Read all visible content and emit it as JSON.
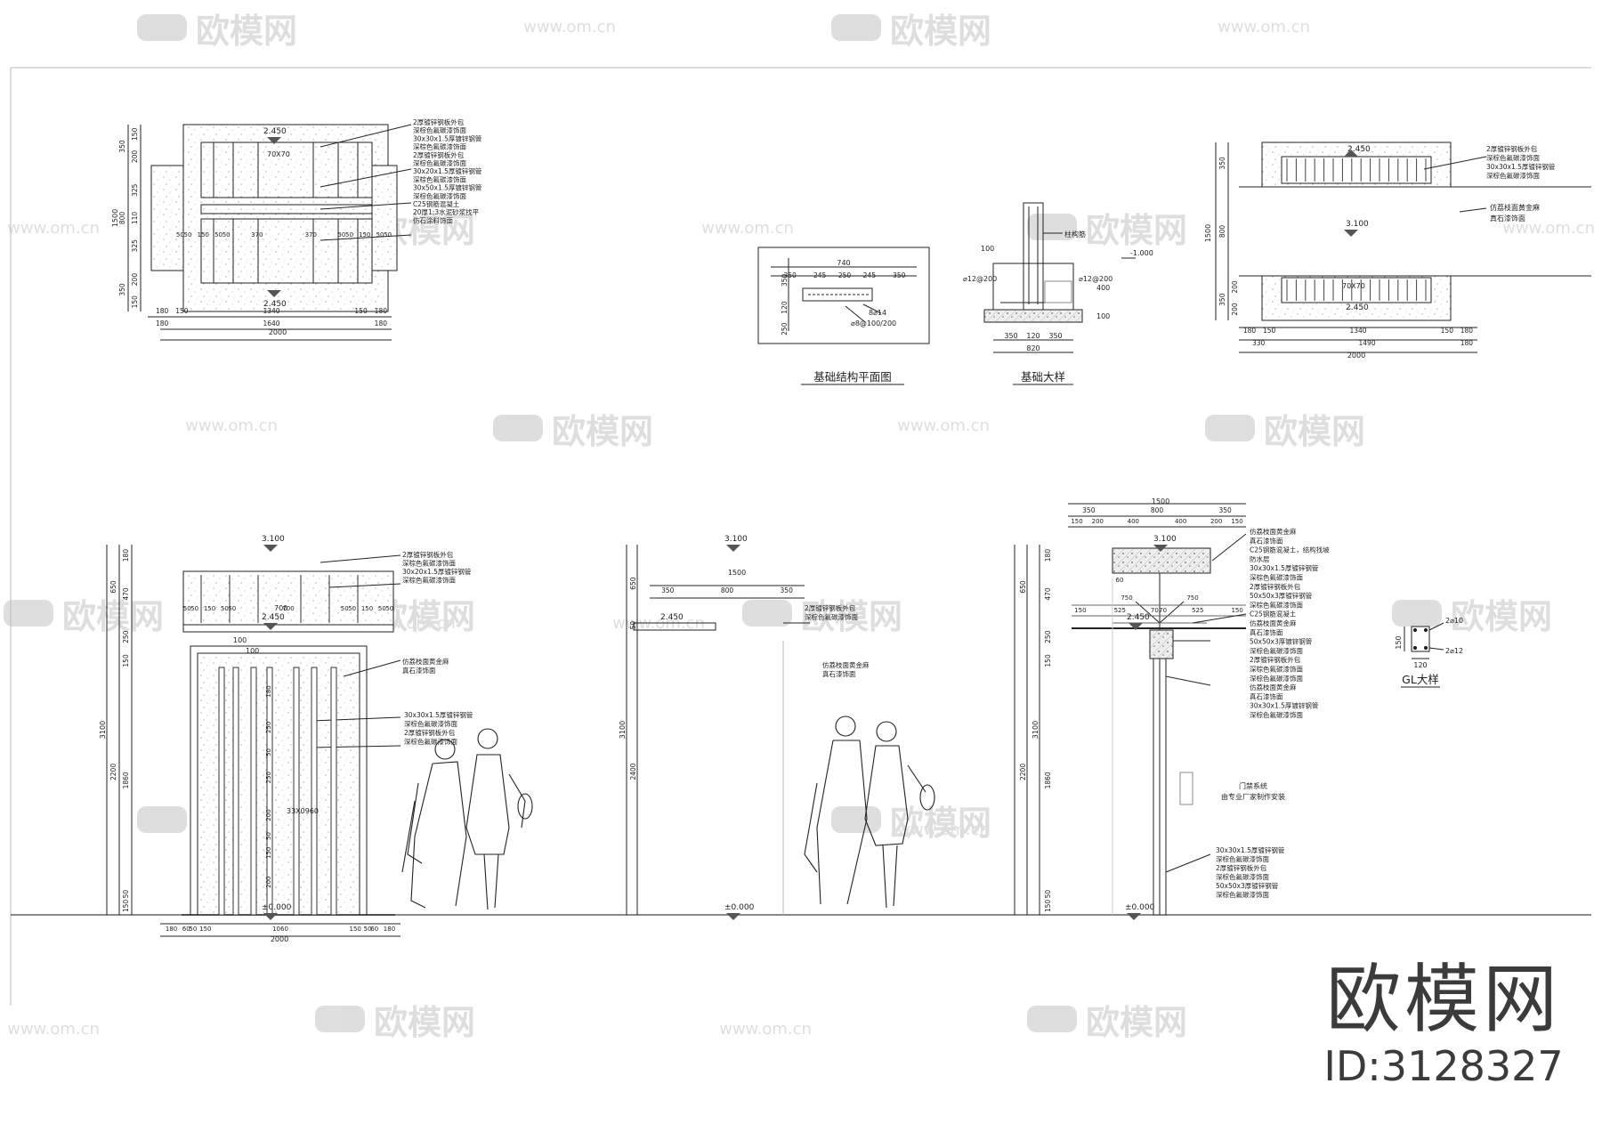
{
  "watermark": {
    "logo": "欧模网",
    "url": "www.om.cn",
    "url_fragment": "om.cn",
    "model_fragment": "模网"
  },
  "brand": {
    "name": "欧模网",
    "id": "ID:3128327"
  },
  "plan_top": {
    "elev_top": "2.450",
    "elev_bottom": "2.450",
    "center_label": "70X70",
    "notes": [
      "2厚镀锌钢板外包",
      "深棕色氟碳漆饰面",
      "30x30x1.5厚镀锌钢管",
      "深棕色氟碳漆饰面",
      "2厚镀锌钢板外包",
      "深棕色氟碳漆饰面",
      "30x20x1.5厚镀锌钢管",
      "深棕色氟碳漆饰面",
      "30x50x1.5厚镀锌钢管",
      "深棕色氟碳漆饰面",
      "C25钢筋混凝土",
      "20厚1:3水泥砂浆找平",
      "仿石涂料饰面"
    ],
    "dims_v": [
      "150",
      "200",
      "325",
      "110",
      "325",
      "200",
      "150"
    ],
    "dims_v2": [
      "350",
      "800",
      "350"
    ],
    "dim_total_v": "1500",
    "inner_dims": [
      "50",
      "50",
      "150",
      "50",
      "50",
      "370",
      "370",
      "50",
      "50",
      "150",
      "50",
      "50"
    ],
    "dims_h1": [
      "180",
      "150",
      "1340",
      "150",
      "180"
    ],
    "dims_h2": [
      "180",
      "1640",
      "180"
    ],
    "dim_total_h": "2000"
  },
  "foundation_plan": {
    "title": "基础结构平面图",
    "dims_top": [
      "740"
    ],
    "dims_row": [
      "350",
      "245",
      "250",
      "245",
      "350"
    ],
    "dims_left": [
      "350",
      "120",
      "250"
    ],
    "rebar1": "8⌀14",
    "rebar2": "⌀8@100/200"
  },
  "foundation_detail": {
    "title": "基础大样",
    "label_column": "柱构筋",
    "elev": "-1.000",
    "rebar_left": "⌀12@200",
    "rebar_right": "⌀12@200",
    "dim_v1": "100",
    "dim_v2": "400",
    "dim_v3": "100",
    "dims_bottom": [
      "350",
      "120",
      "350"
    ],
    "dim_total": "820"
  },
  "plan_right": {
    "elev_top": "2.450",
    "elev_mid": "3.100",
    "elev_bottom": "2.450",
    "center_label": "70X70",
    "notes": [
      "2厚镀锌钢板外包",
      "深棕色氟碳漆饰面",
      "30x30x1.5厚镀锌钢管",
      "深棕色氟碳漆饰面"
    ],
    "note_mid": [
      "仿荔枝面黄金麻",
      "真石漆饰面"
    ],
    "dims_v": [
      "350",
      "800",
      "350"
    ],
    "dims_v2": [
      "200",
      "200"
    ],
    "dim_total_v": "1500",
    "dims_h1": [
      "180",
      "150",
      "1340",
      "150",
      "180"
    ],
    "dims_h2": [
      "330",
      "1490",
      "180"
    ],
    "dim_total_h": "2000"
  },
  "elevation_front": {
    "elev_top": "3.100",
    "elev_mid": "2.450",
    "elev_ground": "±0.000",
    "notes_top": [
      "2厚镀锌钢板外包",
      "深棕色氟碳漆饰面",
      "30x20x1.5厚镀锌钢管",
      "深棕色氟碳漆饰面"
    ],
    "notes_mid": [
      "仿荔枝面黄金麻",
      "真石漆饰面"
    ],
    "notes_low": [
      "30x30x1.5厚镀锌钢管",
      "深棕色氟碳漆饰面",
      "2厚镀锌钢板外包",
      "深棕色氟碳漆饰面"
    ],
    "label_top": "700",
    "label_door": "33X0960",
    "dims_v": [
      "180",
      "470",
      "250",
      "150",
      "1860",
      "50",
      "150"
    ],
    "dims_v2": [
      "650",
      "2200"
    ],
    "dim_total_v": "3100",
    "panel_dims": [
      "180",
      "250",
      "50",
      "250",
      "200",
      "50",
      "150",
      "200"
    ],
    "dims_h": [
      "180",
      "60",
      "50",
      "150",
      "1060",
      "150",
      "50",
      "60",
      "180"
    ],
    "dim_total_h": "2000",
    "top_dims": [
      "50",
      "50",
      "150",
      "50",
      "50",
      "700",
      "50",
      "50",
      "150",
      "50",
      "50"
    ],
    "door_top": "100",
    "door_top2": "100"
  },
  "elevation_side": {
    "elev_top": "3.100",
    "elev_mid": "2.450",
    "elev_ground": "±0.000",
    "dims_top": [
      "1500"
    ],
    "dims_row": [
      "350",
      "800",
      "350"
    ],
    "notes_top": [
      "2厚镀锌钢板外包",
      "深棕色氟碳漆饰面"
    ],
    "notes_mid": [
      "仿荔枝面黄金麻",
      "真石漆饰面"
    ],
    "dims_v": [
      "650",
      "50",
      "2400"
    ],
    "dim_total_v": "3100"
  },
  "section": {
    "elev_top": "3.100",
    "elev_mid": "2.450",
    "elev_ground": "±0.000",
    "dims_top": [
      "1500"
    ],
    "dims_row1": [
      "350",
      "800",
      "350"
    ],
    "dims_row2": [
      "150",
      "200",
      "400",
      "400",
      "200",
      "150"
    ],
    "dims_mid": [
      "60",
      "750",
      "750"
    ],
    "dims_mid2": [
      "150",
      "525",
      "70",
      "70",
      "525",
      "150"
    ],
    "notes": [
      "仿荔枝面黄金麻",
      "真石漆饰面",
      "C25钢筋混凝土，结构找坡",
      "防水层",
      "30x30x1.5厚镀锌钢管",
      "深棕色氟碳漆饰面",
      "2厚镀锌钢板外包",
      "50x50x3厚镀锌钢管",
      "深棕色氟碳漆饰面",
      "C25钢筋混凝土",
      "仿荔枝面黄金麻",
      "真石漆饰面",
      "50x50x3厚镀锌钢管",
      "深棕色氟碳漆饰面",
      "2厚镀锌钢板外包",
      "深棕色氟碳漆饰面",
      "深棕色氟碳漆饰面",
      "仿荔枝面黄金麻",
      "真石漆饰面",
      "30x30x1.5厚镀锌钢管",
      "深棕色氟碳漆饰面"
    ],
    "gate_note": [
      "门禁系统",
      "由专业厂家制作安装"
    ],
    "notes_low": [
      "30x30x1.5厚镀锌钢管",
      "深棕色氟碳漆饰面",
      "2厚镀锌钢板外包",
      "深棕色氟碳漆饰面",
      "50x50x3厚镀锌钢管",
      "深棕色氟碳漆饰面"
    ],
    "dims_v": [
      "180",
      "470",
      "250",
      "150",
      "1860",
      "50",
      "150"
    ],
    "dims_v2": [
      "650",
      "2200"
    ],
    "dim_total_v": "3100"
  },
  "gl_detail": {
    "title": "GL大样",
    "rebar1": "2⌀10",
    "rebar2": "2⌀12",
    "dim_v": "150",
    "dim_h": "120"
  }
}
